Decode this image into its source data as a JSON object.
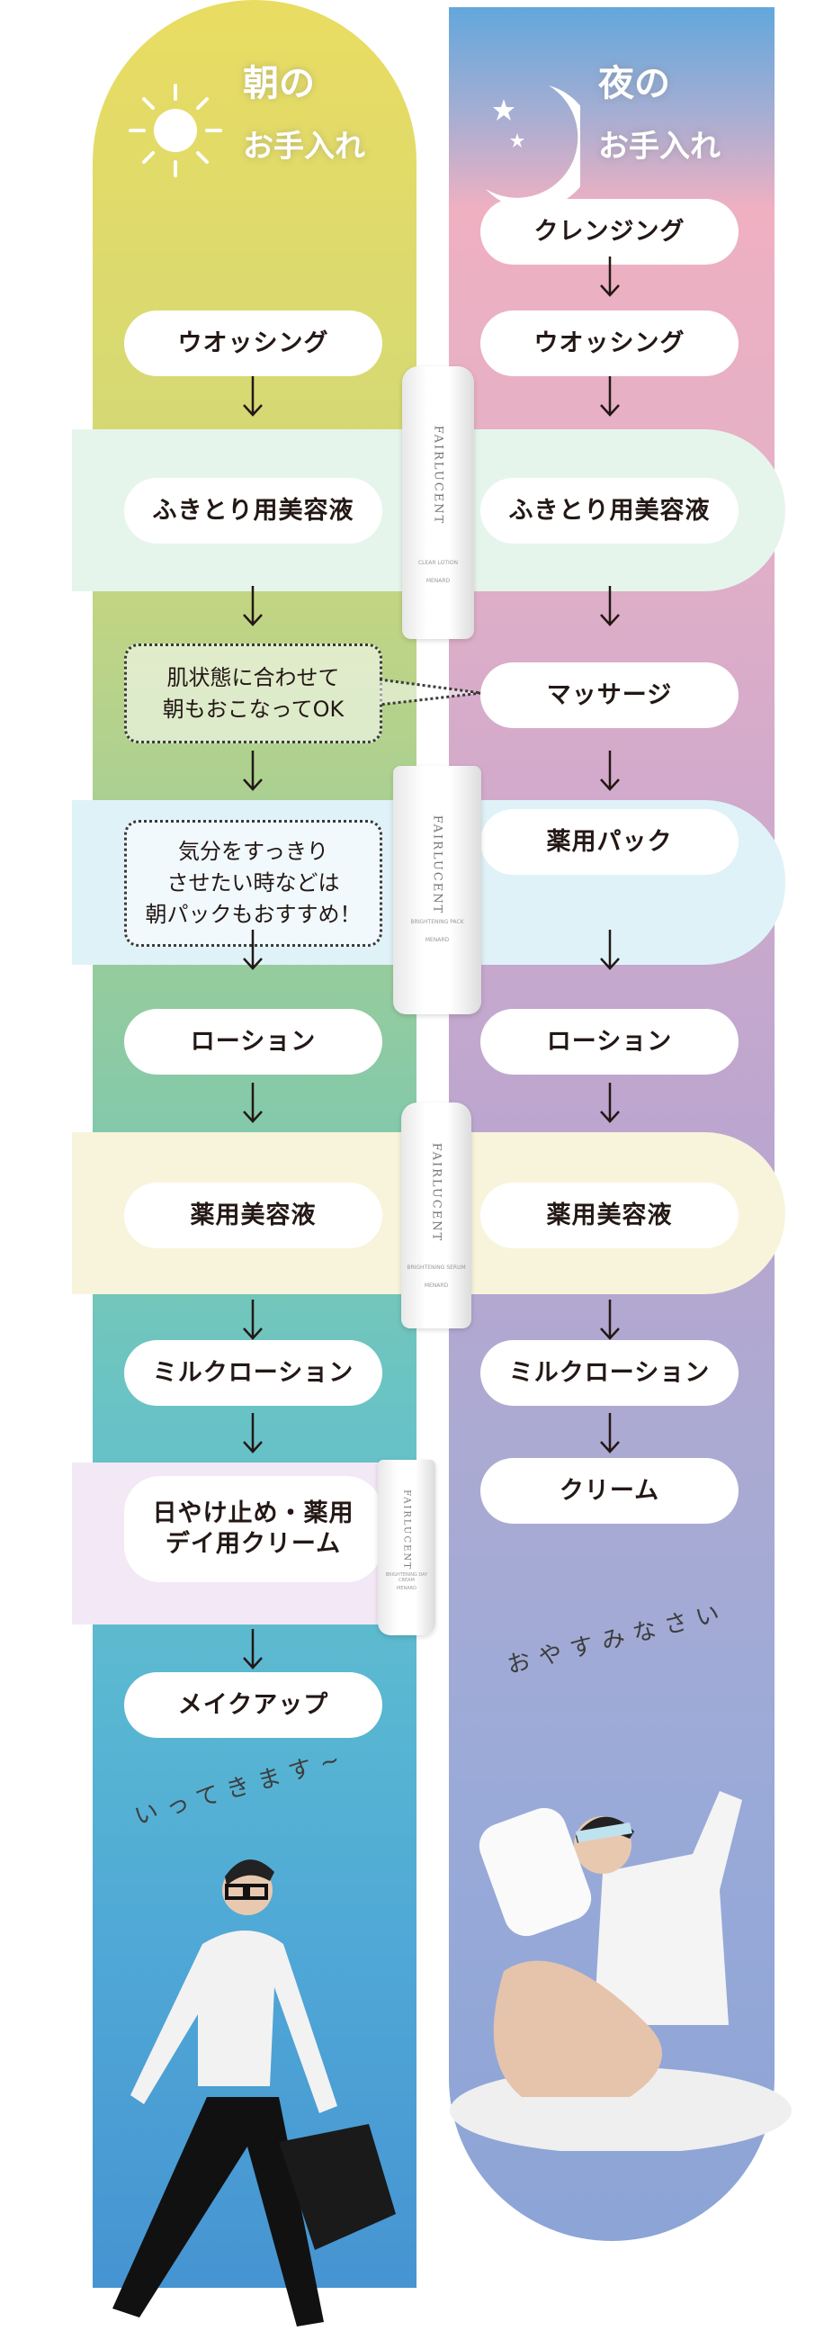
{
  "morning": {
    "title_line1": "朝の",
    "title_line2": "お手入れ",
    "icon": "sun-icon",
    "steps": [
      "ウオッシング",
      "ふきとり用美容液",
      "ローション",
      "薬用美容液",
      "ミルクローション",
      "日やけ止め・薬用\nデイ用クリーム",
      "メイクアップ"
    ],
    "note1": "肌状態に合わせて\n朝もおこなってOK",
    "note2": "気分をすっきり\nさせたい時などは\n朝パックもおすすめ！",
    "caption": "いってきます~"
  },
  "night": {
    "title_line1": "夜の",
    "title_line2": "お手入れ",
    "icon": "moon-icon",
    "steps": [
      "クレンジング",
      "ウオッシング",
      "ふきとり用美容液",
      "マッサージ",
      "薬用パック",
      "ローション",
      "薬用美容液",
      "ミルクローション",
      "クリーム"
    ],
    "caption": "おやすみなさい"
  },
  "products": [
    {
      "brand": "FAIRLUCENT",
      "name": "CLEAR LOTION",
      "maker": "MENARD"
    },
    {
      "brand": "FAIRLUCENT",
      "name": "BRIGHTENING PACK",
      "maker": "MENARD"
    },
    {
      "brand": "FAIRLUCENT",
      "name": "BRIGHTENING SERUM",
      "maker": "MENARD"
    },
    {
      "brand": "FAIRLUCENT",
      "name": "BRIGHTENING DAY CREAM",
      "maker": "MENARD"
    }
  ],
  "colors": {
    "band_mint": "#e6f5ec",
    "band_blue": "#dff2f8",
    "band_cream": "#f8f4dc",
    "band_lavender": "#f3e8f5",
    "text": "#231815"
  }
}
